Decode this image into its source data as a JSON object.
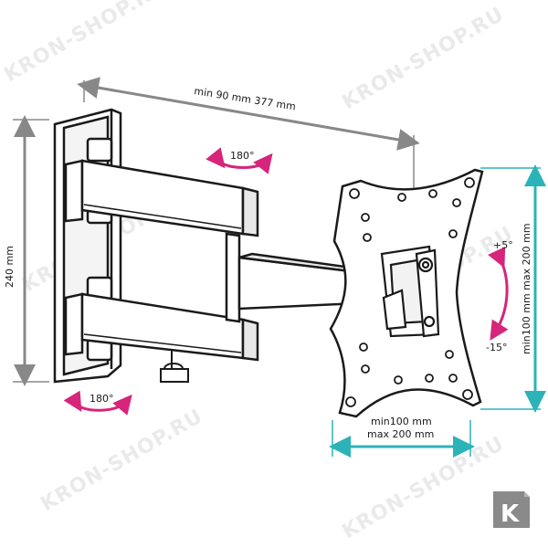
{
  "dimensions": {
    "arm_reach": "min 90 mm 377 mm",
    "wall_plate_height": "240 mm",
    "vesa_horizontal": {
      "line1": "min100 mm",
      "line2": "max 200 mm"
    },
    "vesa_vertical": "min100 mm max 200 mm"
  },
  "rotation": {
    "upper_swivel": "180°",
    "lower_swivel": "180°",
    "tilt_up": "+5°",
    "tilt_down": "-15°"
  },
  "watermark": "KRON-SHOP.RU",
  "logo_letter": "K",
  "colors": {
    "dimension_line": "#888888",
    "accent_pink": "#d6257a",
    "accent_teal": "#2bb3b8",
    "outline": "#1a1a1a",
    "watermark": "#d9d9d9",
    "logo_bg": "#8a8a8a"
  }
}
